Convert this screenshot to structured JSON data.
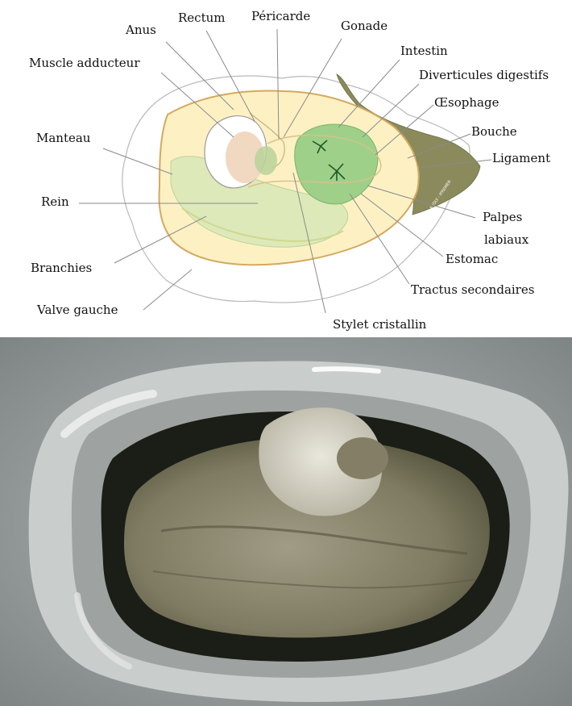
{
  "diagram": {
    "labels": {
      "anus": "Anus",
      "rectum": "Rectum",
      "pericarde": "Péricarde",
      "gonade": "Gonade",
      "intestin": "Intestin",
      "muscle_adducteur": "Muscle adducteur",
      "diverticules_digestifs": "Diverticules digestifs",
      "oesophage": "Œsophage",
      "manteau": "Manteau",
      "bouche": "Bouche",
      "ligament": "Ligament",
      "rein": "Rein",
      "palpes_line1": "Palpes",
      "palpes_line2": "labiaux",
      "estomac": "Estomac",
      "branchies": "Branchies",
      "tractus_secondaires": "Tractus secondaires",
      "valve_gauche": "Valve gauche",
      "stylet_cristallin": "Stylet cristallin"
    },
    "stamp": "LA JOLY - IFREMER"
  },
  "colors": {
    "shell_outline": "#b9b9b9",
    "mantle_fill": "#fdf1c4",
    "mantle_edge": "#d4a960",
    "gill_fill": "#dde9b9",
    "digestive_fill": "#9fd08a",
    "ligament_fill": "#8b8a5c",
    "photo_shell": "#c9cdcc",
    "photo_mantle": "#1b1d17",
    "photo_flesh": "#8e8a72"
  }
}
